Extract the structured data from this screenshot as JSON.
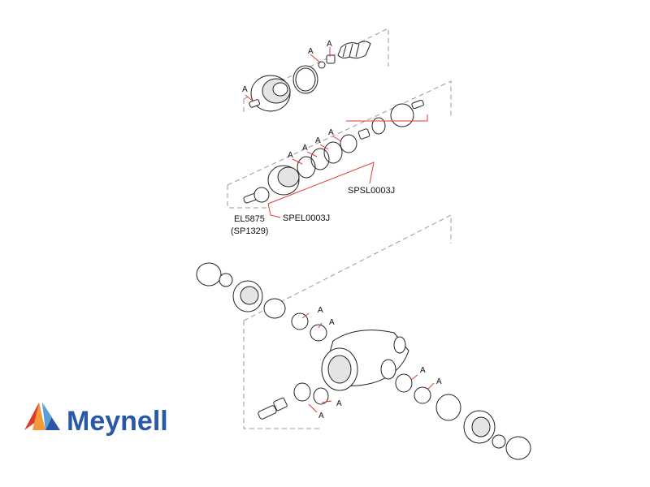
{
  "diagram": {
    "part_labels": {
      "spsl": "SPSL0003J",
      "spel": "SPEL0003J",
      "el": "EL5875",
      "sp": "(SP1329)"
    },
    "callout_letter": "A"
  },
  "brand": {
    "name": "Meynell",
    "colors": {
      "text": "#2a58a8",
      "logo_red": "#e0392b",
      "logo_blue": "#2a58a8",
      "logo_light": "#5aa0d8",
      "callout": "#e0392b"
    }
  }
}
